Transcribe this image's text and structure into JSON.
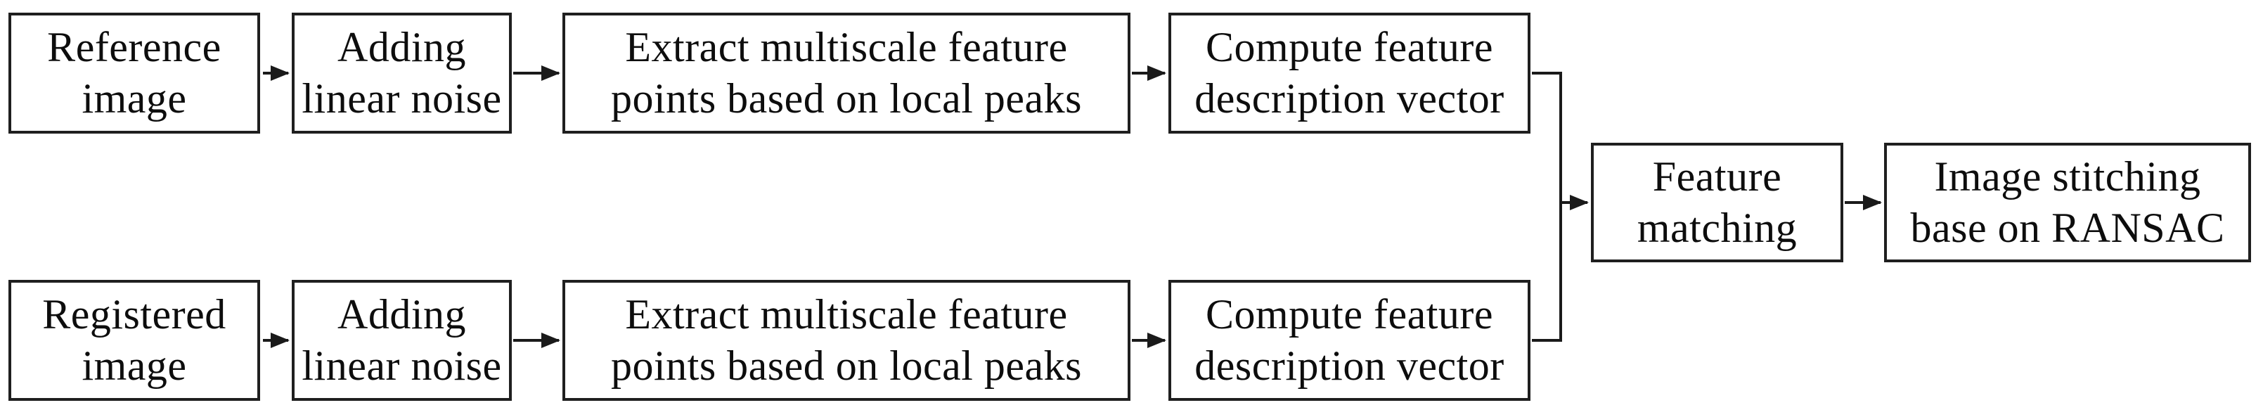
{
  "diagram": {
    "description": "Image stitching pipeline flowchart",
    "colors": {
      "background": "#ffffff",
      "box_fill": "#ffffff",
      "box_border": "#1f1f1f",
      "line": "#1a1a1a",
      "text": "#0d0d0d"
    },
    "nodes": {
      "reference_image": {
        "label": "Reference\nimage"
      },
      "adding_noise_top": {
        "label": "Adding\nlinear noise"
      },
      "extract_top": {
        "label": "Extract multiscale feature\npoints based on local peaks"
      },
      "compute_top": {
        "label": "Compute feature\ndescription vector"
      },
      "registered_image": {
        "label": "Registered\nimage"
      },
      "adding_noise_bottom": {
        "label": "Adding\nlinear noise"
      },
      "extract_bottom": {
        "label": "Extract multiscale feature\npoints based on local peaks"
      },
      "compute_bottom": {
        "label": "Compute feature\ndescription vector"
      },
      "feature_matching": {
        "label": "Feature\nmatching"
      },
      "image_stitching": {
        "label": "Image stitching\nbase on RANSAC"
      }
    },
    "edges": [
      {
        "from": "reference_image",
        "to": "adding_noise_top"
      },
      {
        "from": "adding_noise_top",
        "to": "extract_top"
      },
      {
        "from": "extract_top",
        "to": "compute_top"
      },
      {
        "from": "registered_image",
        "to": "adding_noise_bottom"
      },
      {
        "from": "adding_noise_bottom",
        "to": "extract_bottom"
      },
      {
        "from": "extract_bottom",
        "to": "compute_bottom"
      },
      {
        "from": "compute_top",
        "to": "feature_matching"
      },
      {
        "from": "compute_bottom",
        "to": "feature_matching"
      },
      {
        "from": "feature_matching",
        "to": "image_stitching"
      }
    ]
  }
}
